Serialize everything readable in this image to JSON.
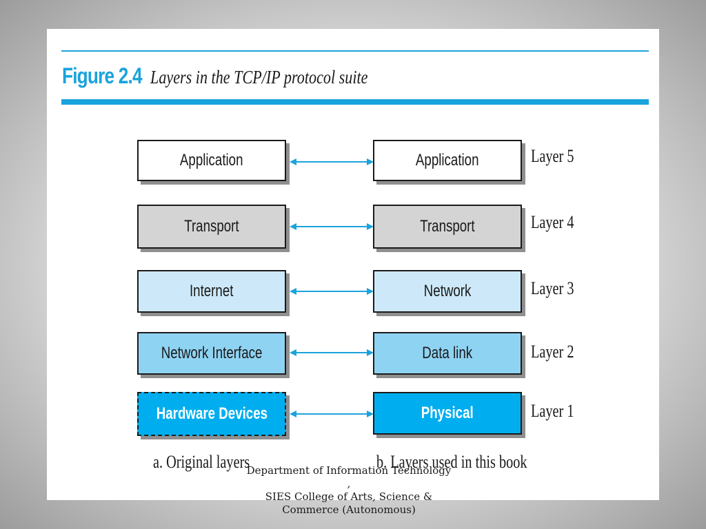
{
  "figure": {
    "label": "Figure 2.4",
    "caption": "Layers in the TCP/IP protocol suite"
  },
  "colors": {
    "accent": "#1aa3dc",
    "white": "#ffffff",
    "gray": "#d4d4d4",
    "light_blue": "#cde9f9",
    "mid_blue": "#8fd3f3",
    "bright_blue": "#00aeef"
  },
  "original_layers": [
    {
      "label": "Application",
      "fill": "#ffffff"
    },
    {
      "label": "Transport",
      "fill": "#d4d4d4"
    },
    {
      "label": "Internet",
      "fill": "#cde9f9"
    },
    {
      "label": "Network Interface",
      "fill": "#8fd3f3"
    },
    {
      "label": "Hardware Devices",
      "fill": "#00aeef"
    }
  ],
  "book_layers": [
    {
      "label": "Application",
      "fill": "#ffffff"
    },
    {
      "label": "Transport",
      "fill": "#d4d4d4"
    },
    {
      "label": "Network",
      "fill": "#cde9f9"
    },
    {
      "label": "Data link",
      "fill": "#8fd3f3"
    },
    {
      "label": "Physical",
      "fill": "#00aeef"
    }
  ],
  "layer_names": [
    "Layer 5",
    "Layer 4",
    "Layer 3",
    "Layer 2",
    "Layer 1"
  ],
  "captions": {
    "left": "a. Original layers",
    "right": "b. Layers used in this book"
  },
  "footer": {
    "line1": "Department of Information Technology",
    "line2": ",",
    "line3": "SIES College of Arts, Science &",
    "line4": "Commerce (Autonomous)"
  }
}
